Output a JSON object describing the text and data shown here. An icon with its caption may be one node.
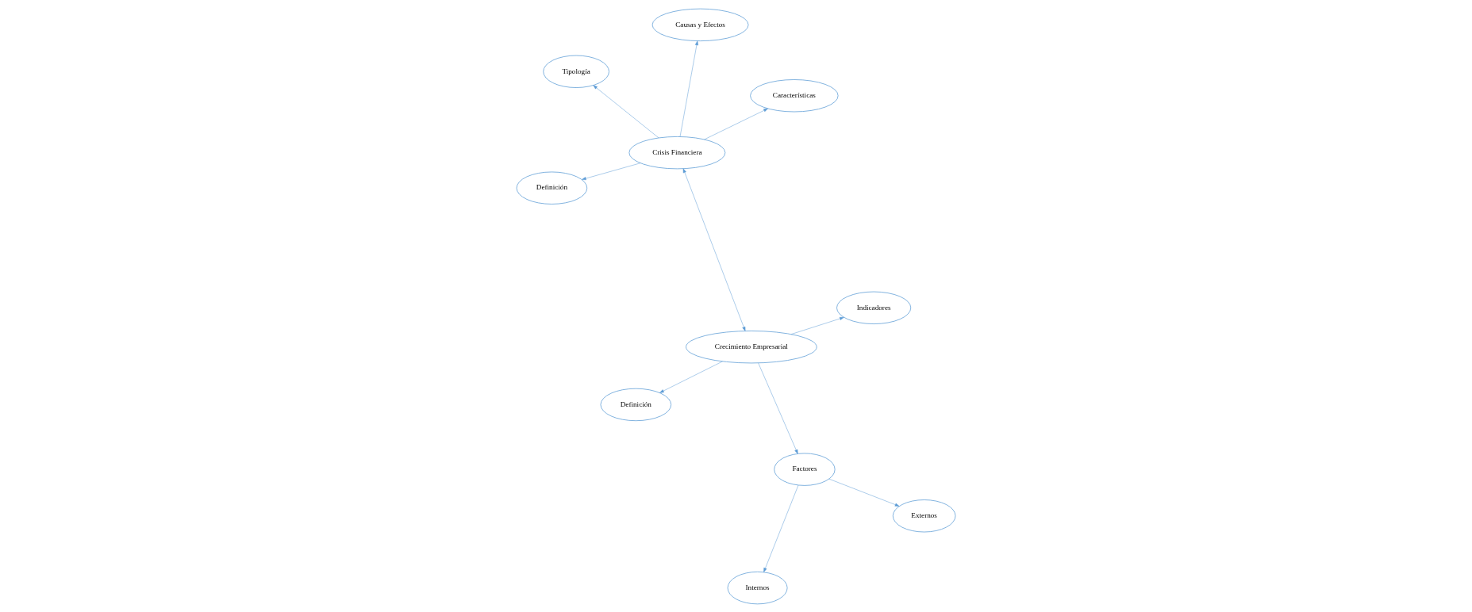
{
  "diagram": {
    "nodes": [
      {
        "text": [
          "Crisis Financiera"
        ]
      },
      {
        "text": [
          "Características"
        ]
      },
      {
        "text": [
          "Definición"
        ]
      },
      {
        "text": [
          "Tipología"
        ]
      },
      {
        "text": [
          "Causas y Efectos"
        ]
      },
      {
        "text": [
          "Crecimiento Empresarial"
        ]
      },
      {
        "text": [
          "Definición"
        ]
      },
      {
        "text": [
          "Factores"
        ]
      },
      {
        "text": [
          "Internos"
        ]
      },
      {
        "text": [
          "Externos"
        ]
      },
      {
        "text": [
          "Indicadores"
        ]
      }
    ],
    "edges": [
      {
        "from": 0,
        "to": 1,
        "arrow": "to"
      },
      {
        "from": 0,
        "to": 2,
        "arrow": "to"
      },
      {
        "from": 0,
        "to": 3,
        "arrow": "to"
      },
      {
        "from": 0,
        "to": 4,
        "arrow": "to"
      },
      {
        "from": 0,
        "to": 5,
        "arrow": "both"
      },
      {
        "from": 5,
        "to": 6,
        "arrow": "to"
      },
      {
        "from": 5,
        "to": 7,
        "arrow": "to"
      },
      {
        "from": 5,
        "to": 10,
        "arrow": "to"
      },
      {
        "from": 7,
        "to": 8,
        "arrow": "to"
      },
      {
        "from": 7,
        "to": 9,
        "arrow": "to"
      }
    ]
  }
}
